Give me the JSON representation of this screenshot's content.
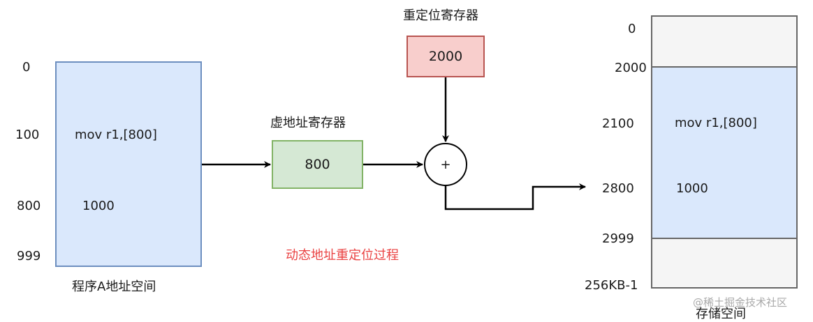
{
  "program_space": {
    "caption": "程序A地址空间",
    "addresses": [
      "0",
      "100",
      "800",
      "999"
    ],
    "instruction": "mov r1,[800]",
    "value": "1000",
    "fill": "#dae8fc",
    "stroke": "#6c8ebf"
  },
  "virtual_register": {
    "label": "虚地址寄存器",
    "value": "800",
    "fill": "#d5e8d4",
    "stroke": "#82b366"
  },
  "relocation_register": {
    "label": "重定位寄存器",
    "value": "2000",
    "fill": "#f8cecc",
    "stroke": "#b85450"
  },
  "adder": {
    "symbol": "+"
  },
  "memory_space": {
    "caption": "存储空间",
    "addresses": [
      "0",
      "2000",
      "2100",
      "2800",
      "2999",
      "256KB-1"
    ],
    "instruction": "mov r1,[800]",
    "value": "1000",
    "fill": "#dae8fc",
    "outer_fill": "#f5f5f5",
    "stroke": "#666666"
  },
  "title": {
    "text": "动态地址重定位过程",
    "color": "#ea4242"
  },
  "watermark": "@稀土掘金技术社区"
}
